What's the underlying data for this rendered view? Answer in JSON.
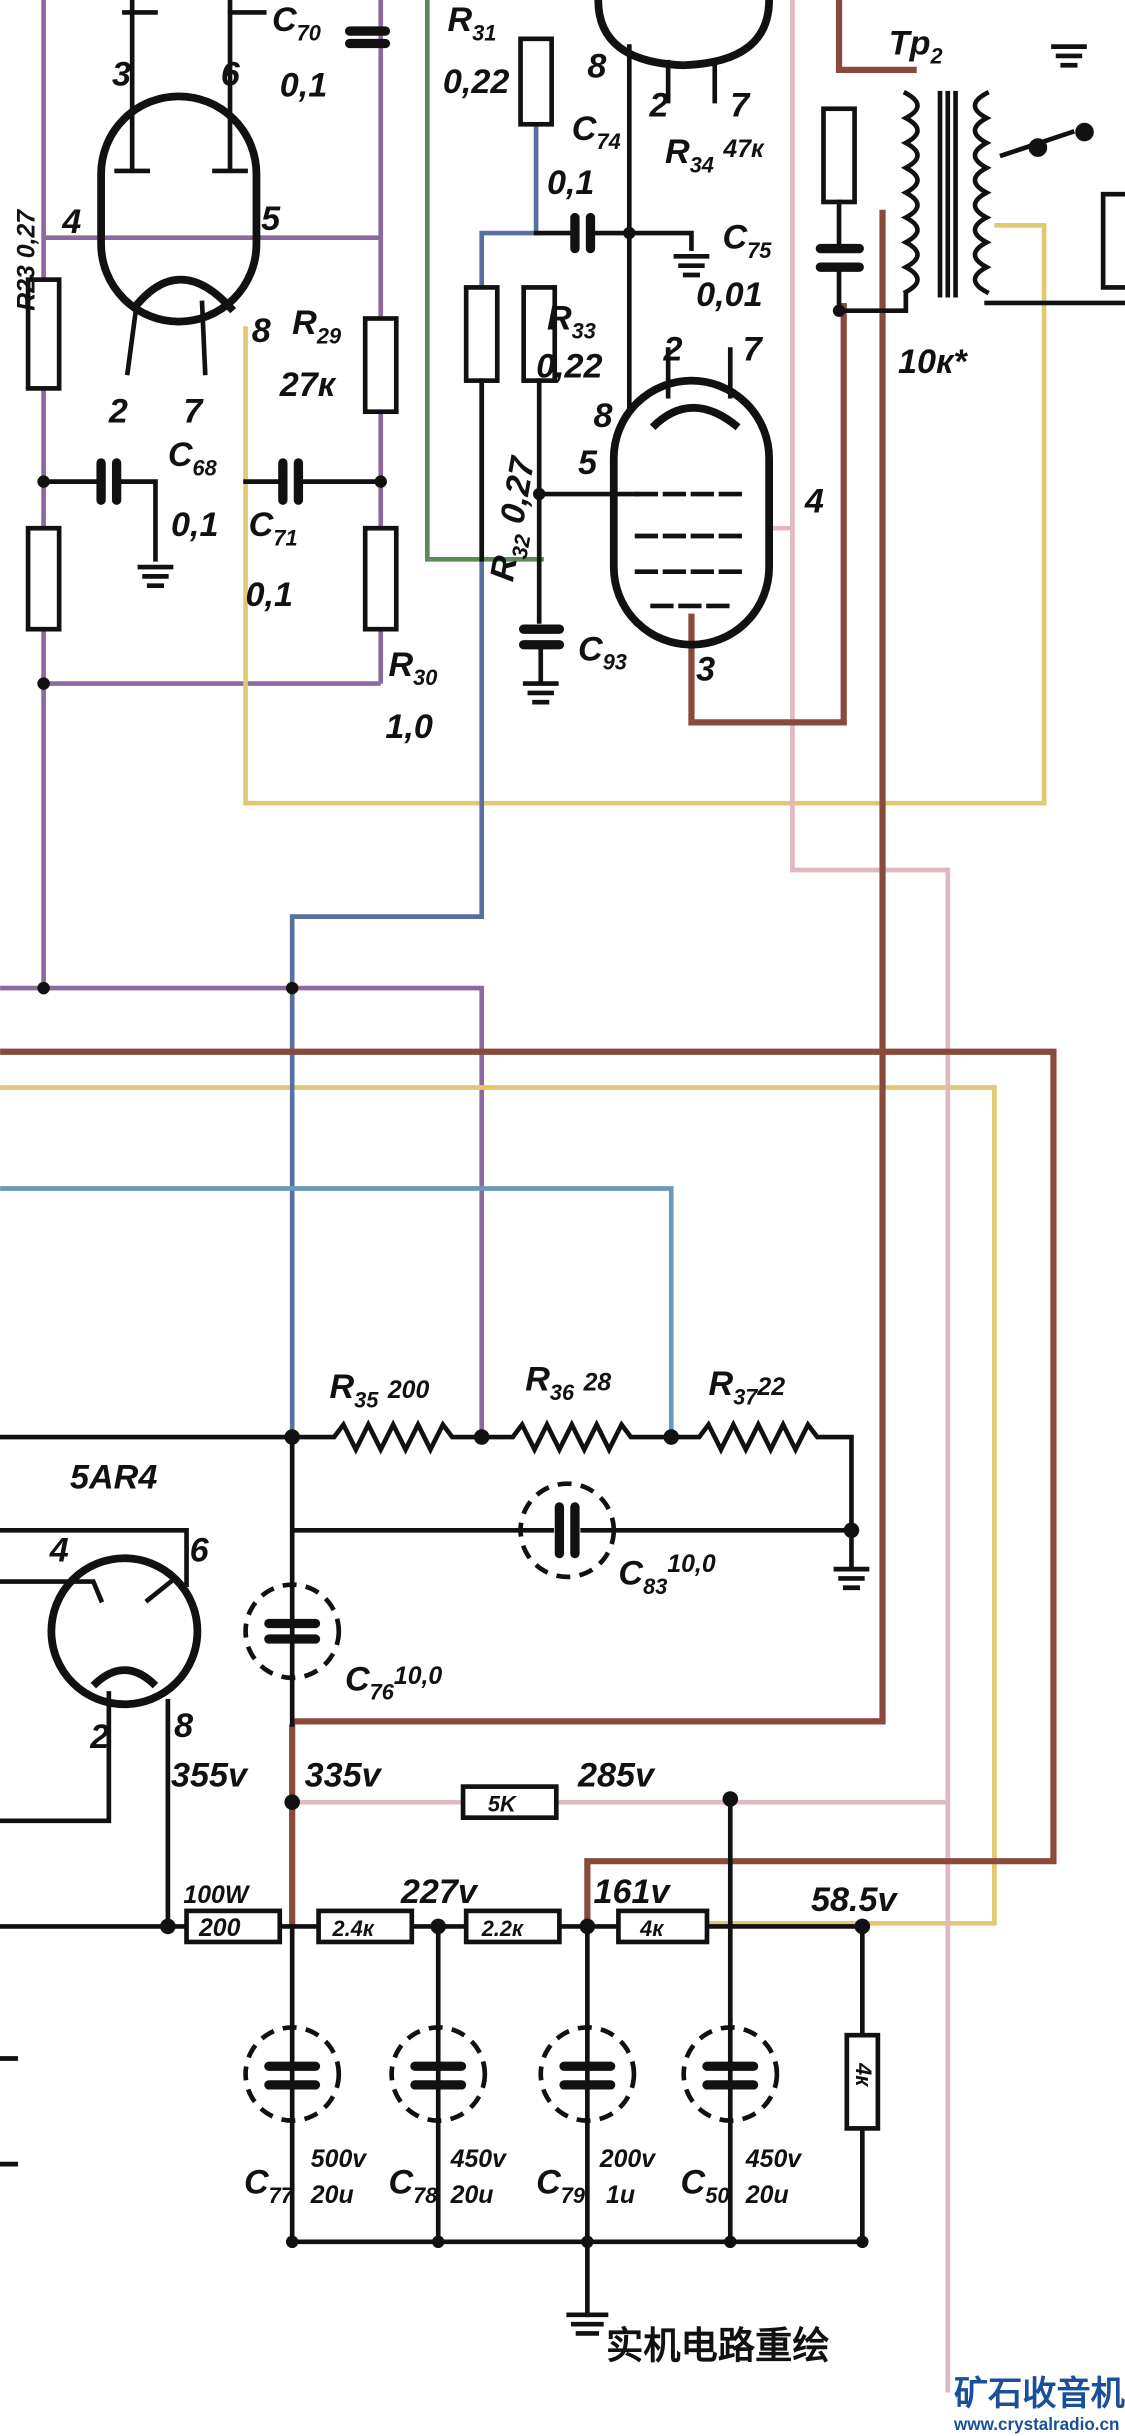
{
  "title": "实机电路重绘",
  "watermark": {
    "name": "矿石收音机",
    "url": "www.crystalradio.cn"
  },
  "colors": {
    "purple": "#8a6aa0",
    "yellow": "#e2c870",
    "green": "#5e8a5a",
    "blue": "#5a6ea0",
    "pink": "#e0b8c0",
    "brown": "#8a4a3a"
  },
  "components": {
    "C70": {
      "ref": "C",
      "sub": "70",
      "value": "0,1"
    },
    "R23": {
      "ref": "R23",
      "value": "0,27"
    },
    "R29": {
      "ref": "R",
      "sub": "29",
      "value": "27к"
    },
    "C68": {
      "ref": "C",
      "sub": "68",
      "value": "0,1"
    },
    "C71": {
      "ref": "C",
      "sub": "71",
      "value": "0,1"
    },
    "R30": {
      "ref": "R",
      "sub": "30",
      "value": "1,0"
    },
    "R31": {
      "ref": "R",
      "sub": "31",
      "value": "0,22"
    },
    "C74": {
      "ref": "C",
      "sub": "74",
      "value": "0,1"
    },
    "R34": {
      "ref": "R",
      "sub": "34",
      "value": "47к"
    },
    "C75": {
      "ref": "C",
      "sub": "75",
      "value": "0,01"
    },
    "R33": {
      "ref": "R",
      "sub": "33",
      "value": "0,22"
    },
    "R32": {
      "ref": "R",
      "sub": "32",
      "value": "0,27"
    },
    "C93": {
      "ref": "C",
      "sub": "93"
    },
    "Tp2": {
      "ref": "Tp",
      "sub": "2",
      "value": "10к*"
    },
    "R35": {
      "ref": "R",
      "sub": "35",
      "value": "200"
    },
    "R36": {
      "ref": "R",
      "sub": "36",
      "value": "28"
    },
    "R37": {
      "ref": "R",
      "sub": "37",
      "value": "22"
    },
    "C83": {
      "ref": "C",
      "sub": "83",
      "value": "10,0"
    },
    "C76": {
      "ref": "C",
      "sub": "76",
      "value": "10,0"
    },
    "rectifier": "5AR4",
    "C77": {
      "ref": "C",
      "sub": "77",
      "rating": "500v",
      "value": "20u"
    },
    "C78": {
      "ref": "C",
      "sub": "78",
      "rating": "450v",
      "value": "20u"
    },
    "C79": {
      "ref": "C",
      "sub": "79",
      "rating": "200v",
      "value": "1u"
    },
    "C50": {
      "ref": "C",
      "sub": "50",
      "rating": "450v",
      "value": "20u"
    }
  },
  "resistors_bottom": {
    "r200": "200",
    "r200_power": "100W",
    "r2_4k": "2.4к",
    "r2_2k": "2.2к",
    "r4k": "4к",
    "r5k": "5K",
    "r4k_v": "4к"
  },
  "voltages": {
    "v355": "355v",
    "v335": "335v",
    "v285": "285v",
    "v227": "227v",
    "v161": "161v",
    "v58": "58.5v"
  },
  "pins": {
    "t1_3": "3",
    "t1_6": "6",
    "t1_4": "4",
    "t1_5": "5",
    "t1_8": "8",
    "t1_2": "2",
    "t1_7": "7",
    "t0_8": "8",
    "t0_2": "2",
    "t0_7": "7",
    "t2_2": "2",
    "t2_7": "7",
    "t2_8": "8",
    "t2_5": "5",
    "t2_4": "4",
    "t2_3": "3",
    "r_4": "4",
    "r_6": "6",
    "r_2": "2",
    "r_8": "8"
  }
}
